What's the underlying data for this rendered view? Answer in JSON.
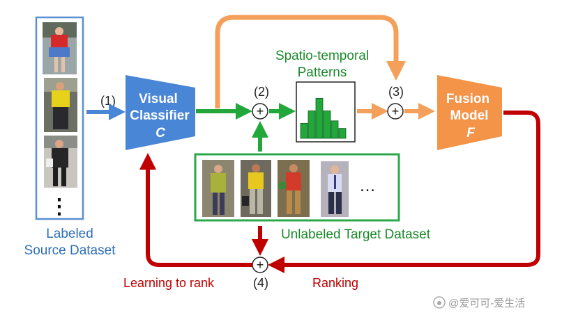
{
  "colors": {
    "blue": "#4a86d6",
    "green": "#22a83a",
    "orange": "#f4a05a",
    "red": "#c00000",
    "fusion": "#f39449",
    "source_border": "#5a8fd3",
    "target_border": "#2aa84a"
  },
  "source_panel": {
    "ellipsis": "⋮",
    "label_line1": "Labeled",
    "label_line2": "Source Dataset"
  },
  "visual_classifier": {
    "title_line1": "Visual",
    "title_line2": "Classifier",
    "symbol": "C"
  },
  "fusion_model": {
    "title_line1": "Fusion",
    "title_line2": "Model",
    "symbol": "F"
  },
  "patterns": {
    "label_line1": "Spatio-temporal",
    "label_line2": "Patterns",
    "histogram": [
      0.3,
      0.55,
      0.8,
      0.55,
      0.35,
      0.2
    ]
  },
  "target_panel": {
    "ellipsis": "…",
    "label": "Unlabeled Target Dataset"
  },
  "steps": {
    "s1": "(1)",
    "s2": "(2)",
    "s3": "(3)",
    "s4": "(4)"
  },
  "operators": {
    "plus": "+"
  },
  "loop_labels": {
    "learning": "Learning to rank",
    "ranking": "Ranking"
  },
  "watermark": "@爱可可-爱生活"
}
